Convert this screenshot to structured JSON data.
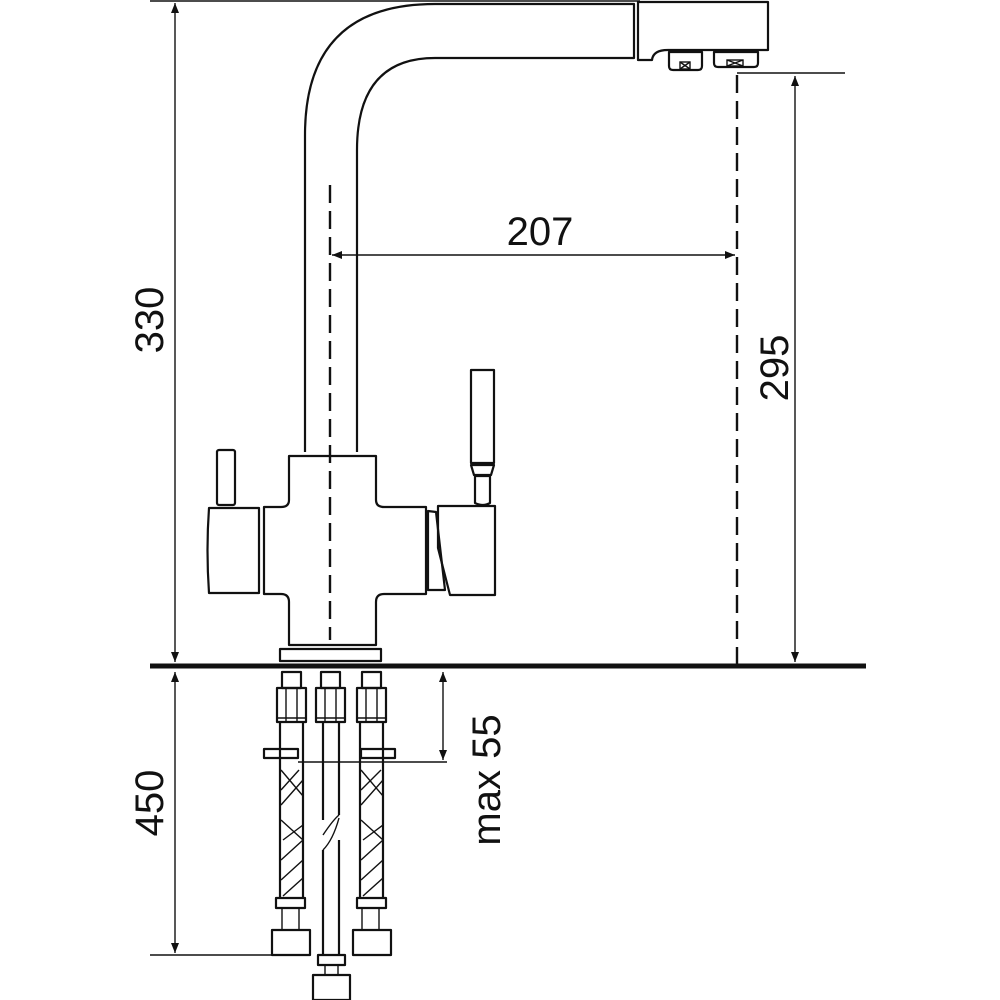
{
  "title": "Faucet dimension drawing",
  "dimensions": {
    "total_height": "330",
    "spout_reach": "207",
    "spout_height": "295",
    "hose_length": "450",
    "max_counter_thickness": "max 55"
  },
  "colors": {
    "line": "#111111",
    "background": "#ffffff"
  }
}
